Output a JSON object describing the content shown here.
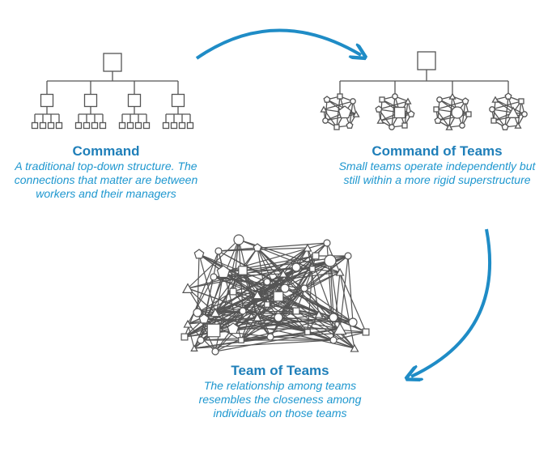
{
  "command": {
    "title": "Command",
    "description": "A traditional top-down structure. The connections that matter are between workers and their managers"
  },
  "command_of_teams": {
    "title": "Command of Teams",
    "description": "Small teams operate independently but still within a more rigid superstructure"
  },
  "team_of_teams": {
    "title": "Team of Teams",
    "description": "The relationship among teams resembles the closeness among individuals on those teams"
  },
  "colors": {
    "accent": "#1f8cc6",
    "line": "#555555"
  }
}
